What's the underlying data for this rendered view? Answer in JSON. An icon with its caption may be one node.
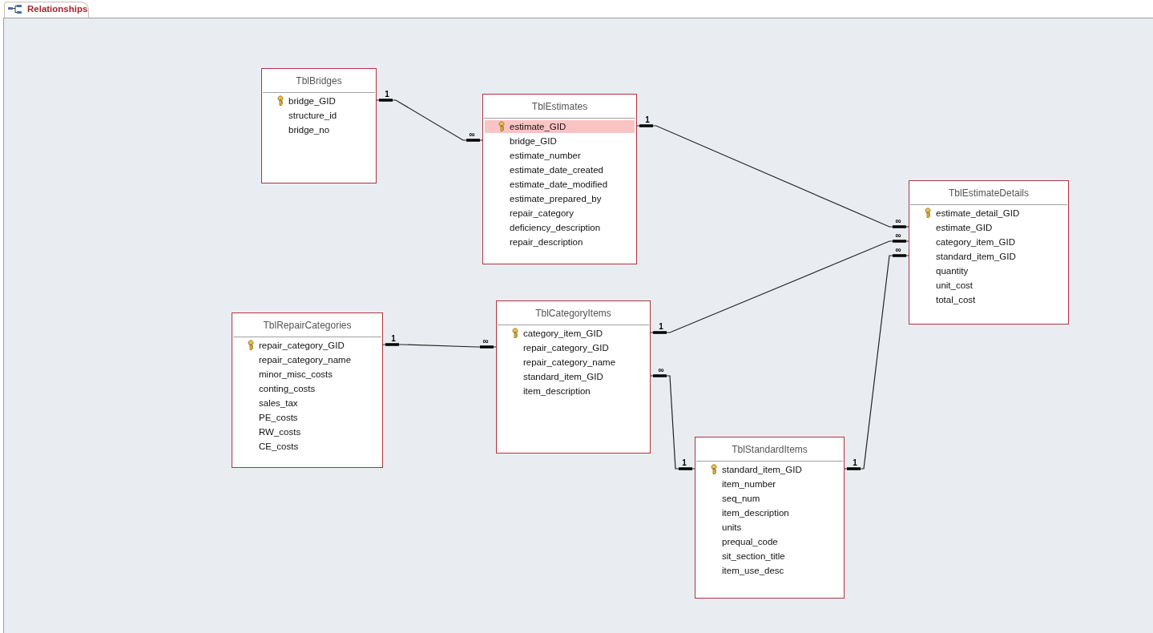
{
  "diagram": {
    "title": "Relationships",
    "nodes": [
      {
        "text": [
          "TblBridges",
          "bridge_GID",
          "structure_id",
          "bridge_no"
        ]
      },
      {
        "text": [
          "TblEstimates",
          "estimate_GID",
          "bridge_GID",
          "estimate_number",
          "estimate_date_created",
          "estimate_date_modified",
          "estimate_prepared_by",
          "repair_category",
          "deficiency_description",
          "repair_description"
        ]
      },
      {
        "text": [
          "TblEstimateDetails",
          "estimate_detail_GID",
          "estimate_GID",
          "category_item_GID",
          "standard_item_GID",
          "quantity",
          "unit_cost",
          "total_cost"
        ]
      },
      {
        "text": [
          "TblRepairCategories",
          "repair_category_GID",
          "repair_category_name",
          "minor_misc_costs",
          "conting_costs",
          "sales_tax",
          "PE_costs",
          "RW_costs",
          "CE_costs"
        ]
      },
      {
        "text": [
          "TblCategoryItems",
          "category_item_GID",
          "repair_category_GID",
          "repair_category_name",
          "standard_item_GID",
          "item_description"
        ]
      },
      {
        "text": [
          "TblStandardItems",
          "standard_item_GID",
          "item_number",
          "seq_num",
          "item_description",
          "units",
          "prequal_code",
          "sit_section_title",
          "item_use_desc"
        ]
      }
    ],
    "edges": [
      {
        "from": 0,
        "to": 1,
        "arrow": "other"
      },
      {
        "from": 1,
        "to": 2,
        "arrow": "other"
      },
      {
        "from": 3,
        "to": 4,
        "arrow": "other"
      },
      {
        "from": 4,
        "to": 2,
        "arrow": "other"
      },
      {
        "from": 5,
        "to": 4,
        "arrow": "other"
      },
      {
        "from": 5,
        "to": 2,
        "arrow": "other"
      }
    ],
    "labels": [
      "1",
      "∞",
      "1",
      "∞",
      "1",
      "∞",
      "1",
      "∞",
      "1",
      "∞",
      "1",
      "∞"
    ]
  }
}
